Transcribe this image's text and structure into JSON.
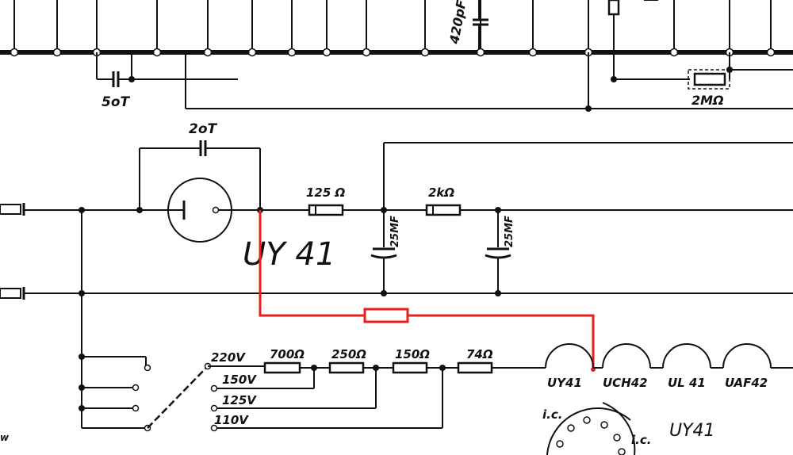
{
  "top": {
    "cap_50t": "5oT",
    "res_2m": "2MΩ",
    "cap_420": "420pF"
  },
  "rectifier": {
    "cap_20t": "2oT",
    "tube_label": "UY 41",
    "res_125": "125 Ω",
    "res_2k": "2kΩ",
    "cap_25mf_a": "25MF",
    "cap_25mf_b": "25MF"
  },
  "heater": {
    "tap_220": "220V",
    "tap_150": "150V",
    "tap_125": "125V",
    "tap_110": "110V",
    "res_700": "700Ω",
    "res_250": "250Ω",
    "res_150": "150Ω",
    "res_74": "74Ω"
  },
  "tubes": {
    "labels": [
      "UY41",
      "UCH42",
      "UL 41",
      "UAF42"
    ]
  },
  "pinout": {
    "ic_left": "i.c.",
    "ic_right": "i.c.",
    "title": "UY41"
  },
  "colors": {
    "ink": "#111111",
    "highlight": "#e8201c",
    "paper": "#ffffff"
  }
}
